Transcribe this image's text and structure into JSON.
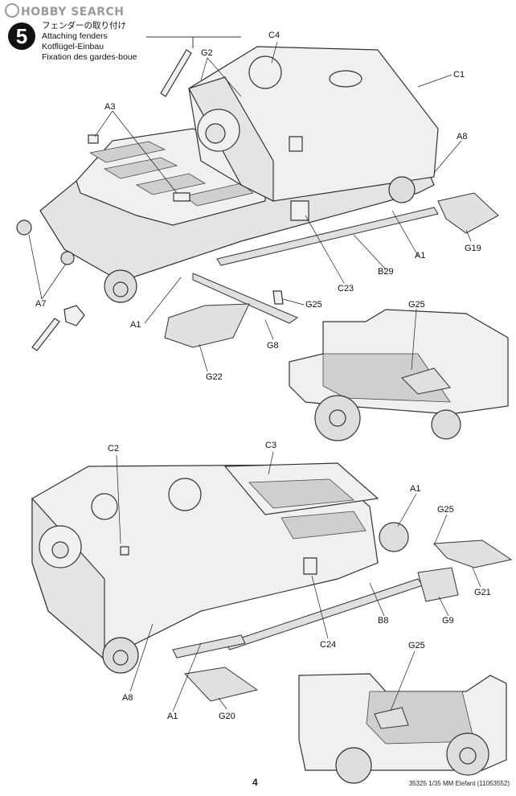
{
  "watermark": "HOBBY SEARCH",
  "step": {
    "number": "5",
    "title_ja": "フェンダーの取り付け",
    "title_en": "Attaching fenders",
    "title_de": "Kotflügel-Einbau",
    "title_fr": "Fixation des gardes-boue"
  },
  "top_view": {
    "labels": [
      "C4",
      "G2",
      "C1",
      "A3",
      "A8",
      "G19",
      "A1",
      "B29",
      "C23",
      "A7",
      "G25",
      "A1",
      "G8",
      "G22"
    ]
  },
  "top_detail": {
    "labels": [
      "G25"
    ]
  },
  "bottom_view": {
    "labels": [
      "C2",
      "C3",
      "A1",
      "G25",
      "G21",
      "G9",
      "B8",
      "C24",
      "A8",
      "A1",
      "G20"
    ]
  },
  "bottom_detail": {
    "labels": [
      "G25"
    ]
  },
  "footer": {
    "page_number": "4",
    "code": "35325  1/35 MM Elefant (11053552)"
  }
}
